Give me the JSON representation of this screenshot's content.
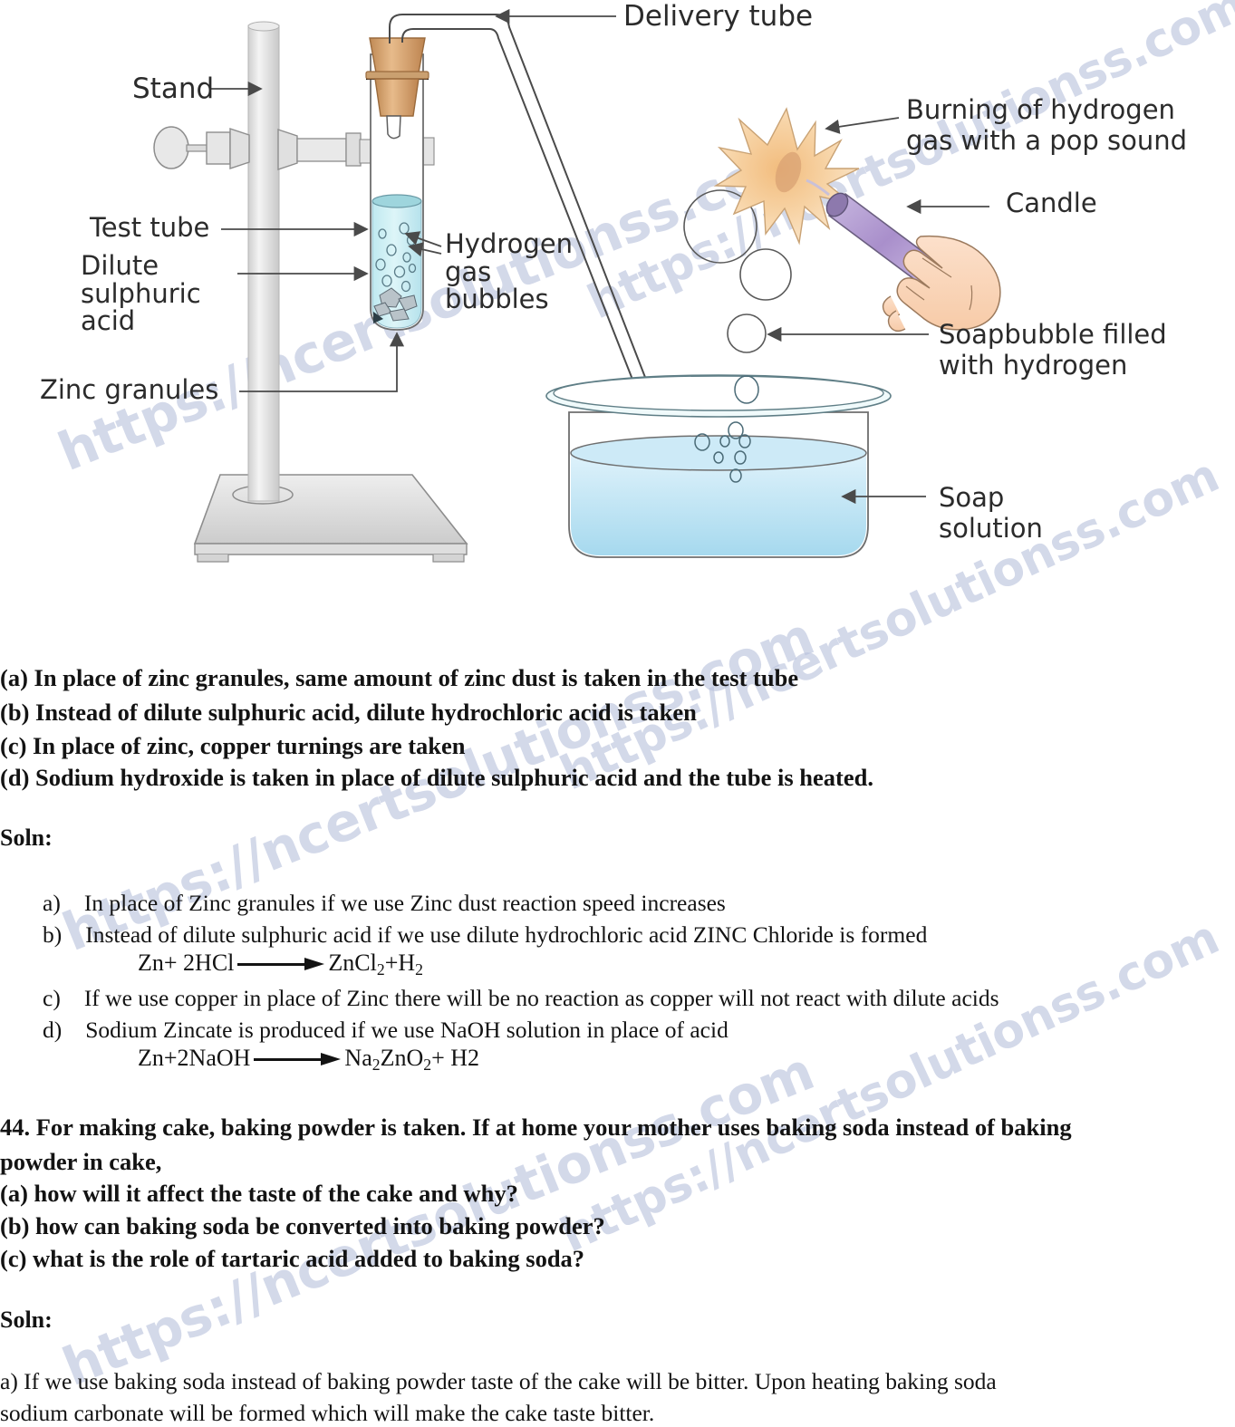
{
  "watermark": {
    "text": "https://ncertsolutionss.com",
    "color": "#b9c2dd"
  },
  "diagram": {
    "title": "Hydrogen gas preparation apparatus",
    "labels": {
      "delivery_tube": "Delivery tube",
      "stand": "Stand",
      "test_tube": "Test tube",
      "dilute_sulphuric_acid": "Dilute\nsulphuric\nacid",
      "zinc_granules": "Zinc granules",
      "hydrogen_gas_bubbles": "Hydrogen\ngas\nbubbles",
      "burning_of_hydrogen": "Burning of hydrogen\ngas with a pop sound",
      "candle": "Candle",
      "soapbubble_filled": "Soapbubble filled\nwith hydrogen",
      "soap_solution": "Soap\nsolution"
    },
    "colors": {
      "cork": "#d9a878",
      "liquid": "#cfeef3",
      "stand_metal": "#e0e0e0",
      "flame": "#f5d2a0",
      "candle": "#b9a5d6",
      "hand": "#fbd9c0",
      "soap_solution": "#b8e2f2"
    }
  },
  "question_43": {
    "options": [
      "(a) In place of zinc granules, same amount of zinc dust is taken in the test tube",
      "(b) Instead of dilute sulphuric acid, dilute hydrochloric acid is taken",
      "(c) In place of zinc, copper turnings are taken",
      " (d) Sodium hydroxide is taken in place of dilute sulphuric acid and the tube is heated."
    ],
    "soln_label": "Soln:",
    "answers": [
      {
        "marker": "a)",
        "text": "In place of Zinc granules if we use Zinc dust reaction speed increases"
      },
      {
        "marker": "b)",
        "text": "Instead of dilute sulphuric acid if we use  dilute hydrochloric acid  ZINC Chloride is formed"
      },
      {
        "marker": "c)",
        "text": "If we use copper in place of Zinc there will be no reaction as copper will not react with dilute acids"
      },
      {
        "marker": "d)",
        "text": "Sodium Zincate is produced if we use NaOH solution in place of  acid"
      }
    ],
    "equation_1": {
      "left": "Zn+ 2HCl",
      "right_a": "ZnCl",
      "right_a_sub": "2",
      "right_b": "+H",
      "right_b_sub": "2"
    },
    "equation_2": {
      "left": "Zn+2NaOH",
      "right_a": "Na",
      "right_a_sub": "2",
      "right_b": "ZnO",
      "right_b_sub": "2",
      "right_c": "+ H2"
    }
  },
  "question_44": {
    "heading_line_1": "44. For making cake, baking powder is taken. If at home your mother uses baking soda instead of baking",
    "heading_line_2": "powder in cake,",
    "options": [
      "(a) how will it affect the taste of the cake and why?",
      "(b) how can baking soda be converted into baking powder?",
      "(c) what is the role of tartaric acid added to baking soda?"
    ],
    "soln_label": "Soln:",
    "answer_line_1": "a) If we use baking soda instead of baking powder taste of the cake will be bitter. Upon heating baking soda",
    "answer_line_2": "sodium carbonate will be formed which will make the cake taste bitter."
  }
}
